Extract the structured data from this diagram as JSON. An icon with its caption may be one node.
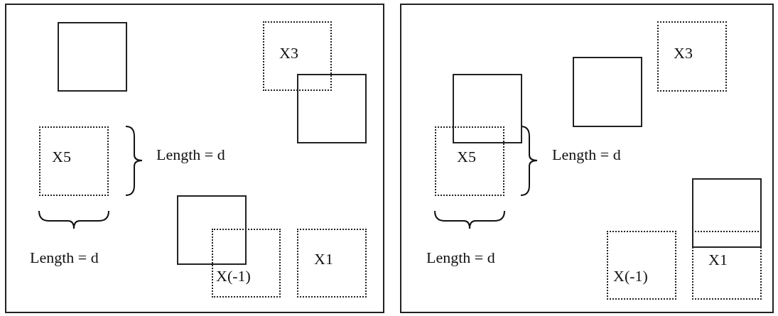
{
  "diagram": {
    "nodes": [
      {
        "text": [],
        "shape": "box"
      },
      {
        "text": [],
        "shape": "box",
        "in": 0
      },
      {
        "text": [
          "X3"
        ],
        "in": 0
      },
      {
        "text": [],
        "shape": "box",
        "in": 0
      },
      {
        "text": [
          "X5"
        ],
        "in": 0
      },
      {
        "text": [],
        "shape": "box",
        "in": 0
      },
      {
        "text": [
          "X(-1)"
        ],
        "in": 0
      },
      {
        "text": [
          "X1"
        ],
        "in": 0
      },
      {
        "text": [],
        "shape": "box"
      },
      {
        "text": [
          "X3"
        ],
        "in": 8
      },
      {
        "text": [],
        "shape": "box",
        "in": 8
      },
      {
        "text": [],
        "shape": "box",
        "in": 8
      },
      {
        "text": [
          "X5"
        ],
        "in": 8
      },
      {
        "text": [],
        "shape": "box",
        "in": 8
      },
      {
        "text": [
          "X(-1)"
        ],
        "in": 8
      },
      {
        "text": [
          "X1"
        ],
        "in": 8
      }
    ],
    "labels": [
      "Length = d",
      "Length = d",
      "Length = d",
      "Length = d"
    ]
  }
}
